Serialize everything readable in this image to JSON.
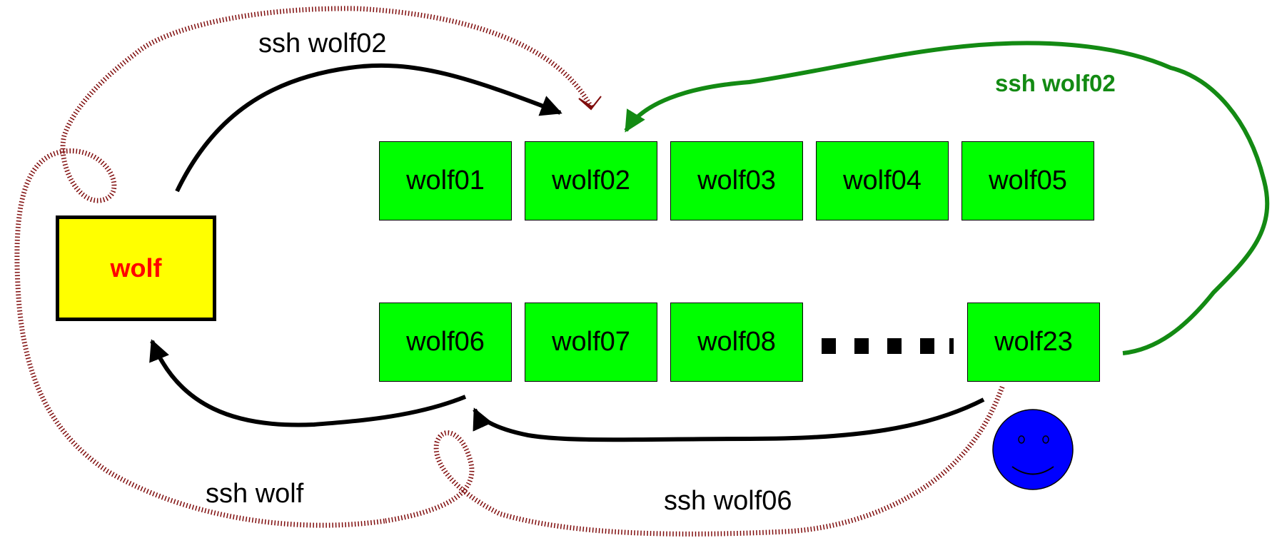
{
  "head_node": {
    "label": "wolf"
  },
  "nodes": {
    "row1": [
      "wolf01",
      "wolf02",
      "wolf03",
      "wolf04",
      "wolf05"
    ],
    "row2": [
      "wolf06",
      "wolf07",
      "wolf08",
      "wolf23"
    ]
  },
  "labels": {
    "ssh_top": "ssh wolf02",
    "ssh_green": "ssh wolf02",
    "ssh_wolf": "ssh wolf",
    "ssh_wolf06": "ssh wolf06"
  },
  "colors": {
    "node_fill": "#00ff00",
    "head_fill": "#ffff00",
    "head_text": "#ff0000",
    "green_path": "#138a13",
    "dotted_path": "#7f0c0c",
    "smiley_fill": "#0000ff"
  },
  "icons": {
    "user": "smiley-face-icon",
    "ellipsis": "ellipsis-squares"
  }
}
